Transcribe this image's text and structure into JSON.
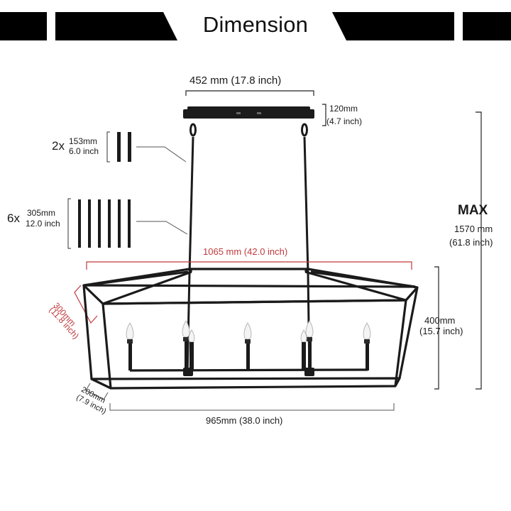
{
  "header": {
    "title": "Dimension"
  },
  "canopy": {
    "width": "452 mm (17.8 inch)",
    "height_mm": "120mm",
    "height_in": "(4.7 inch)"
  },
  "rods_short": {
    "count": "2x",
    "mm": "153mm",
    "in": "6.0 inch"
  },
  "rods_long": {
    "count": "6x",
    "mm": "305mm",
    "in": "12.0 inch"
  },
  "max_height": {
    "label": "MAX",
    "mm": "1570 mm",
    "in": "(61.8 inch)"
  },
  "top_frame": {
    "width": "1065 mm (42.0 inch)",
    "depth_mm": "300mm",
    "depth_in": "(11.8 inch)"
  },
  "fixture": {
    "height_mm": "400mm",
    "height_in": "(15.7 inch)"
  },
  "bottom_frame": {
    "depth_mm": "200mm",
    "depth_in": "(7.9 inch)",
    "width": "965mm (38.0 inch)"
  },
  "colors": {
    "fixture": "#1b1b1b",
    "accent": "#c0393b",
    "guide": "#555555"
  }
}
